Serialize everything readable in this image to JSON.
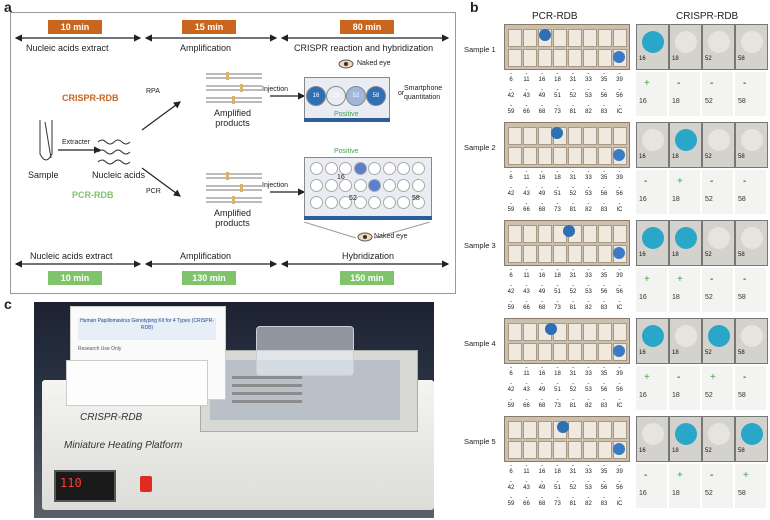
{
  "panels": {
    "a": "a",
    "b": "b",
    "c": "c"
  },
  "panel_a": {
    "top_times": [
      "10 min",
      "15 min",
      "80 min"
    ],
    "top_steps": [
      "Nucleic acids extract",
      "Amplification",
      "CRISPR reaction and hybridization"
    ],
    "crispr_method": "CRISPR-RDB",
    "pcr_method": "PCR-RDB",
    "rpa": "RPA",
    "pcr": "PCR",
    "injection_top": "Injection",
    "injection_bottom": "Injection",
    "amplified_top": "Amplified\nproducts",
    "amplified_bottom": "Amplified\nproducts",
    "naked_eye_top": "Naked eye",
    "naked_eye_bottom": "Naked eye",
    "or": "or",
    "smartphone": "Smartphone\nquantitation",
    "positive_top": "Positive",
    "positive_bottom": "Positive",
    "crispr_well_nums": [
      "16",
      "18",
      "52",
      "58"
    ],
    "pcr_labels": [
      "16",
      "52",
      "58"
    ],
    "sample": "Sample",
    "extracter": "Extracter",
    "nucleic_acids": "Nucleic acids",
    "bottom_steps": [
      "Nucleic acids extract",
      "Amplification",
      "Hybridization"
    ],
    "bottom_times": [
      "10 min",
      "130 min",
      "150 min"
    ]
  },
  "panel_b": {
    "col_pcr": "PCR-RDB",
    "col_crispr": "CRISPR-RDB",
    "sample_names": [
      "Sample 1",
      "Sample 2",
      "Sample 3",
      "Sample 4",
      "Sample 5"
    ],
    "pcr_grid": [
      [
        "6",
        "11",
        "16",
        "18",
        "31",
        "33",
        "35",
        "39"
      ],
      [
        "42",
        "43",
        "49",
        "51",
        "52",
        "53",
        "56",
        "56"
      ],
      [
        "59",
        "66",
        "68",
        "73",
        "81",
        "82",
        "83",
        "IC"
      ]
    ],
    "crispr_wells": [
      "16",
      "18",
      "52",
      "58"
    ],
    "crispr_results": [
      [
        "+",
        "-",
        "-",
        "-"
      ],
      [
        "-",
        "+",
        "-",
        "-"
      ],
      [
        "+",
        "+",
        "-",
        "-"
      ],
      [
        "+",
        "-",
        "+",
        "-"
      ],
      [
        "-",
        "+",
        "-",
        "+"
      ]
    ]
  },
  "panel_c": {
    "box_title": "Human Papillomavirus Genotyping Kit for 4 Types (CRISPR-RDB)",
    "box_sub": "Research Use Only",
    "device_title": "CRISPR-RDB",
    "device_sub": "Miniature Heating Platform",
    "display": "110"
  },
  "colors": {
    "orange": "#c8651f",
    "green": "#7fc46a",
    "blue": "#2f6fb5",
    "cyan_dot": "#2aa6c9"
  }
}
